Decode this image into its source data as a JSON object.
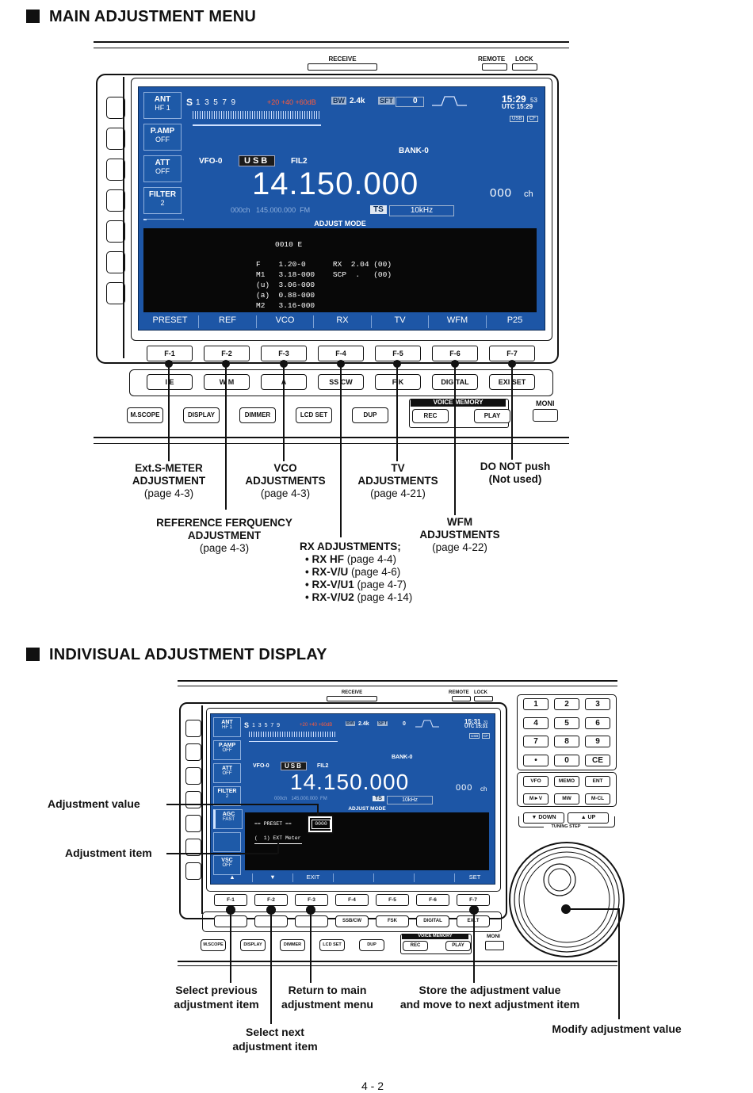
{
  "section1": {
    "title": "MAIN ADJUSTMENT MENU"
  },
  "section2": {
    "title": "INDIVISUAL ADJUSTMENT DISPLAY"
  },
  "radio": {
    "receive": "RECEIVE",
    "remote": "REMOTE",
    "lock": "LOCK",
    "side_buttons": [
      {
        "top": "ANT",
        "bottom": "HF  1"
      },
      {
        "top": "P.AMP",
        "bottom": "OFF"
      },
      {
        "top": "ATT",
        "bottom": "OFF"
      },
      {
        "top": "FILTER",
        "bottom": "2"
      },
      {
        "top": "AGC",
        "bottom": "FAST"
      },
      {
        "top": "",
        "bottom": ""
      },
      {
        "top": "VSC",
        "bottom": "OFF"
      }
    ],
    "smeter": {
      "s": "S",
      "scale": "1  3  5  7  9",
      "over": "+20 +40 +60dB"
    },
    "bw": {
      "label": "BW",
      "value": "2.4k"
    },
    "sft": {
      "label": "SFT",
      "value": "0"
    },
    "clock1": {
      "local": "15:29",
      "sec": "53",
      "utc": "UTC 15:29"
    },
    "clock2": {
      "local": "15:31",
      "sec": "31",
      "utc": "UTC 15:31"
    },
    "badges": [
      "USB",
      "CF"
    ],
    "bank": "BANK-0",
    "vfo": "VFO-0",
    "mode": "USB",
    "fil": "FIL2",
    "frequency": "14.150.000",
    "channel": "000",
    "ch": "ch",
    "subline": "000ch   145.000.000  FM",
    "ts": "TS",
    "ts_value": "10kHz",
    "adjust_mode": "ADJUST  MODE",
    "main_lines": [
      "0010 E",
      "F    1.20-0      RX  2.04 (00)",
      "M1   3.18-000    SCP  .   (00)",
      "(u)  3.06-000",
      "(a)  0.88-000",
      "M2   3.16-000"
    ],
    "menu1": [
      "PRESET",
      "REF",
      "VCO",
      "RX",
      "TV",
      "WFM",
      "P25"
    ],
    "menu2": [
      "▲",
      "▼",
      "EXIT",
      "",
      "",
      "",
      "SET"
    ],
    "preset_line": "== PRESET ==",
    "preset_value": "0000",
    "exit_line": "(  1) EXT Meter",
    "fkeys": [
      "F-1",
      "F-2",
      "F-3",
      "F-4",
      "F-5",
      "F-6",
      "F-7"
    ],
    "row2_1": [
      "I   E",
      "W   M",
      "A",
      "SS   CW",
      "F   K",
      "DIG   TAL",
      "EXI   SET"
    ],
    "row2_2": [
      "",
      "",
      "",
      "SSB/CW",
      "FSK",
      "DIGITAL",
      "EX   .T"
    ],
    "row3": [
      "M.SCOPE",
      "DISPLAY",
      "DIMMER",
      "LCD SET",
      "DUP"
    ],
    "voice_memory1": "VOICE MEMORY",
    "voice_memory2": "VOICE MEMORY",
    "rec": "REC",
    "play": "PLAY",
    "moni": "MONI",
    "keypad": [
      "1",
      "2",
      "3",
      "4",
      "5",
      "6",
      "7",
      "8",
      "9",
      "•",
      "0",
      "CE"
    ],
    "keypad2": [
      "VFO",
      "MEMO",
      "ENT",
      "M►V",
      "MW",
      "M-CL"
    ],
    "down": "▼ DOWN",
    "up": "▲ UP",
    "tuning_step": "TUNING STEP"
  },
  "callouts1": [
    {
      "lines": [
        "Ext.S-METER",
        "ADJUSTMENT"
      ],
      "page": "(page 4-3)"
    },
    {
      "lines": [
        "REFERENCE FERQUENCY",
        "ADJUSTMENT"
      ],
      "page": "(page 4-3)"
    },
    {
      "lines": [
        "VCO",
        "ADJUSTMENTS"
      ],
      "page": "(page 4-3)"
    },
    {
      "title": "RX ADJUSTMENTS;",
      "items": [
        {
          "b": "• RX HF",
          "p": " (page 4-4)"
        },
        {
          "b": "• RX-V/U",
          "p": " (page 4-6)"
        },
        {
          "b": "• RX-V/U1",
          "p": " (page 4-7)"
        },
        {
          "b": "• RX-V/U2",
          "p": " (page 4-14)"
        }
      ]
    },
    {
      "lines": [
        "TV",
        "ADJUSTMENTS"
      ],
      "page": "(page 4-21)"
    },
    {
      "lines": [
        "WFM",
        "ADJUSTMENTS"
      ],
      "page": "(page 4-22)"
    },
    {
      "lines": [
        "DO NOT push",
        "(Not used)"
      ]
    }
  ],
  "callouts2": {
    "adj_value": "Adjustment value",
    "adj_item": "Adjustment item",
    "prev": [
      "Select previous",
      "adjustment item"
    ],
    "next": [
      "Select next",
      "adjustment item"
    ],
    "ret": [
      "Return to main",
      "adjustment menu"
    ],
    "store": [
      "Store the adjustment value",
      "and move to next adjustment item"
    ],
    "modify": "Modify adjustment value"
  },
  "page_number": "4 - 2"
}
